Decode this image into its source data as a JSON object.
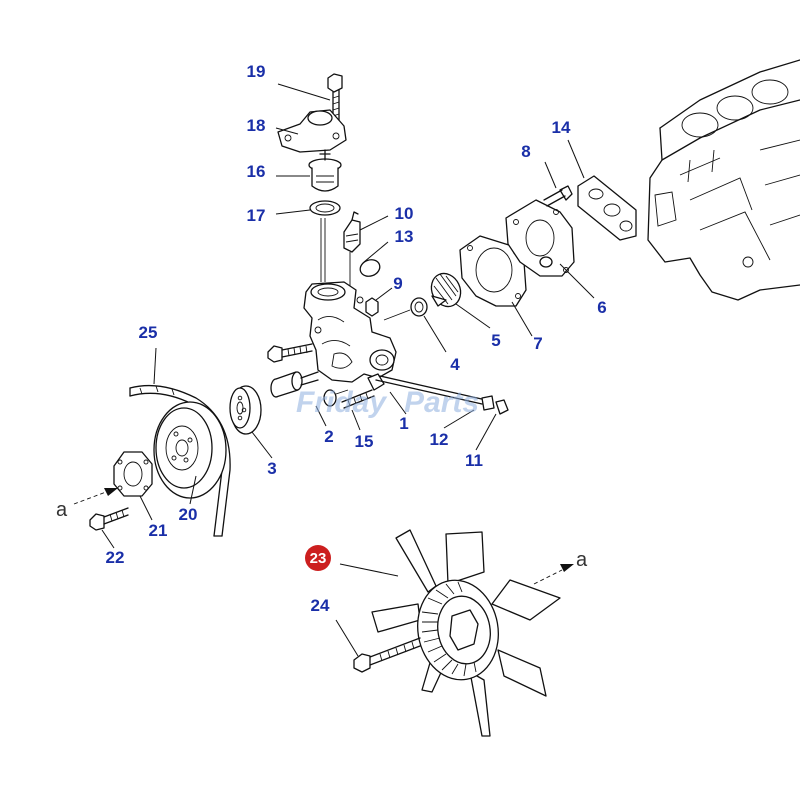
{
  "watermark": {
    "text_left": "Friday",
    "text_right": "Parts",
    "color": "#8fb0e0"
  },
  "label_color": "#1a2fa8",
  "highlight_color": "#cc1f1f",
  "arrow_label": "a",
  "callouts": [
    {
      "id": "1",
      "text": "1"
    },
    {
      "id": "2",
      "text": "2"
    },
    {
      "id": "3",
      "text": "3"
    },
    {
      "id": "4",
      "text": "4"
    },
    {
      "id": "5",
      "text": "5"
    },
    {
      "id": "6",
      "text": "6"
    },
    {
      "id": "7",
      "text": "7"
    },
    {
      "id": "8",
      "text": "8"
    },
    {
      "id": "9",
      "text": "9"
    },
    {
      "id": "10",
      "text": "10"
    },
    {
      "id": "11",
      "text": "11"
    },
    {
      "id": "12",
      "text": "12"
    },
    {
      "id": "13",
      "text": "13"
    },
    {
      "id": "14",
      "text": "14"
    },
    {
      "id": "15",
      "text": "15"
    },
    {
      "id": "16",
      "text": "16"
    },
    {
      "id": "17",
      "text": "17"
    },
    {
      "id": "18",
      "text": "18"
    },
    {
      "id": "19",
      "text": "19"
    },
    {
      "id": "20",
      "text": "20"
    },
    {
      "id": "21",
      "text": "21"
    },
    {
      "id": "22",
      "text": "22"
    },
    {
      "id": "23",
      "text": "23",
      "highlighted": true
    },
    {
      "id": "24",
      "text": "24"
    },
    {
      "id": "25",
      "text": "25"
    }
  ]
}
